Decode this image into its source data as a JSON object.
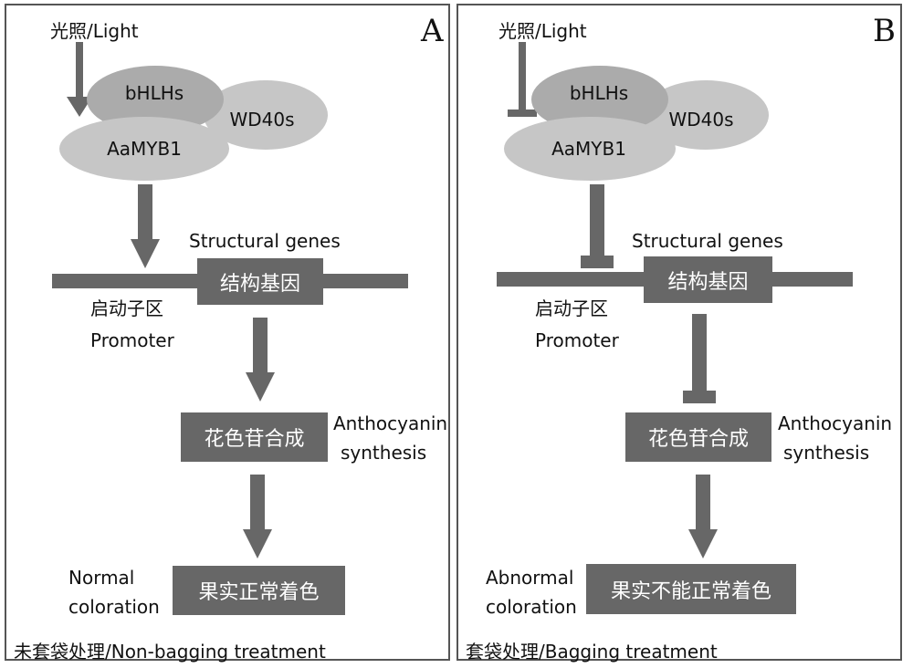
{
  "panel_a": {
    "letter": "A",
    "light_label": "光照/Light",
    "bhlh": "bHLHs",
    "wd40": "WD40s",
    "myb": "AaMYB1",
    "structural_en": "Structural genes",
    "structural_cn": "结构基因",
    "promoter_cn": "启动子区",
    "promoter_en": "Promoter",
    "synth_cn": "花色苷合成",
    "synth_en_1": "Anthocyanin",
    "synth_en_2": "synthesis",
    "result_en_1": "Normal",
    "result_en_2": "coloration",
    "result_cn": "果实正常着色",
    "footer": "未套袋处理/Non-bagging treatment"
  },
  "panel_b": {
    "letter": "B",
    "light_label": "光照/Light",
    "bhlh": "bHLHs",
    "wd40": "WD40s",
    "myb": "AaMYB1",
    "structural_en": "Structural genes",
    "structural_cn": "结构基因",
    "promoter_cn": "启动子区",
    "promoter_en": "Promoter",
    "synth_cn": "花色苷合成",
    "synth_en_1": "Anthocyanin",
    "synth_en_2": "synthesis",
    "result_en_1": "Abnormal",
    "result_en_2": "coloration",
    "result_cn": "果实不能正常着色",
    "footer": "套袋处理/Bagging treatment"
  },
  "colors": {
    "arrow": "#676767",
    "box": "#676767",
    "ellipse_dark": "#ababab",
    "ellipse_light": "#c6c6c6",
    "border": "#555555"
  }
}
